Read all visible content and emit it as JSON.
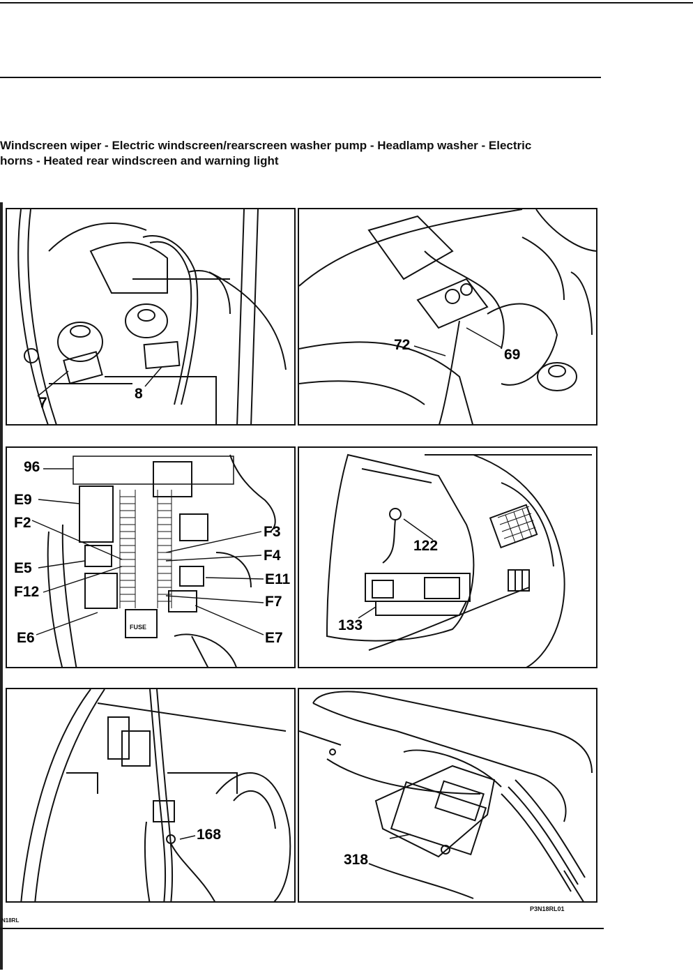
{
  "heading": {
    "text": "Windscreen wiper - Electric windscreen/rearscreen washer pump - Headlamp washer - Electric\nhorns - Heated rear windscreen and warning light"
  },
  "panels": {
    "horns": {
      "callouts": [
        "7",
        "8"
      ]
    },
    "washer_pump": {
      "callouts": [
        "72",
        "69"
      ]
    },
    "fusebox": {
      "callouts": [
        "96",
        "E9",
        "F2",
        "E5",
        "F12",
        "E6",
        "F3",
        "F4",
        "E11",
        "F7",
        "E7"
      ],
      "fuse_label": "FUSE"
    },
    "dashboard": {
      "callouts": [
        "122",
        "133"
      ]
    },
    "rear_connector": {
      "callouts": [
        "168"
      ]
    },
    "seat_module": {
      "callouts": [
        "318"
      ]
    }
  },
  "footer": {
    "figure_code": "P3N18RL01",
    "page_ref": "N18RL"
  }
}
